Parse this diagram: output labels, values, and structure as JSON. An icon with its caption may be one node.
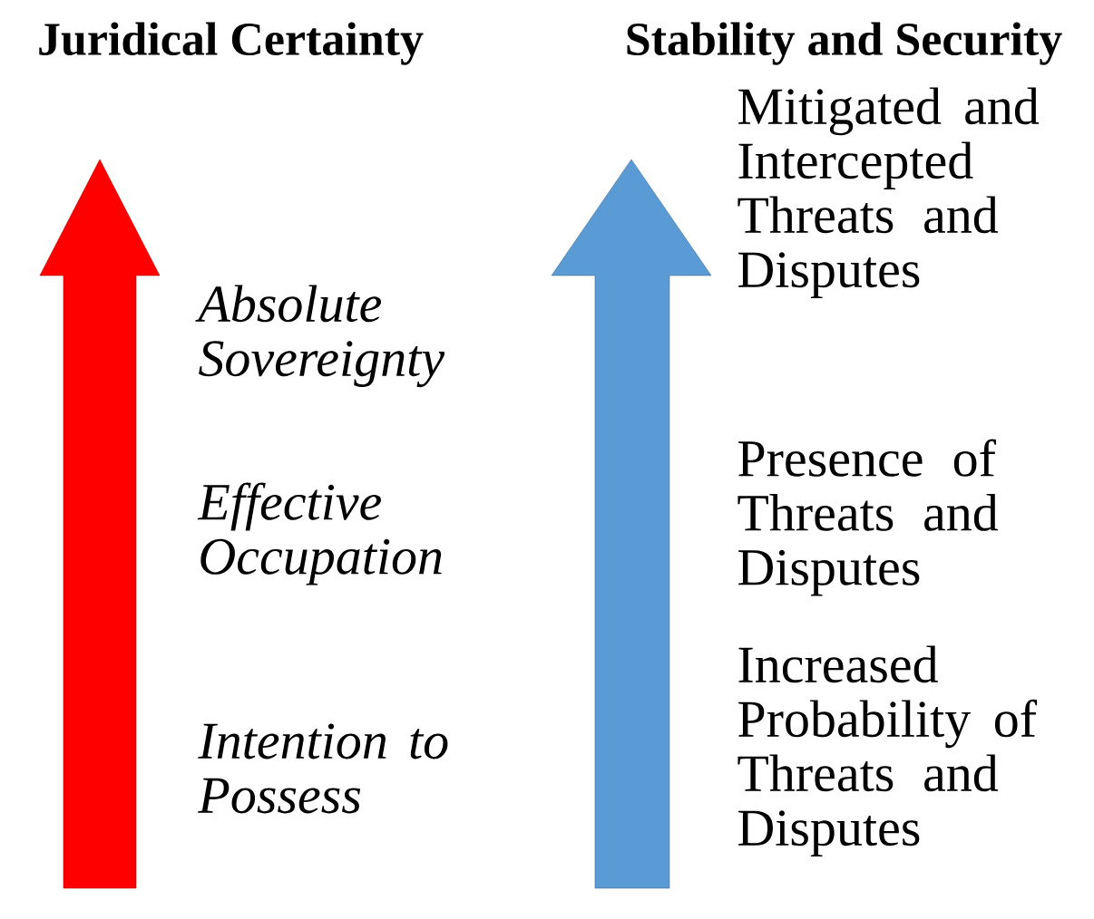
{
  "diagram": {
    "labels": [
      "Juridical Certainty",
      "Stability and Security",
      "Mitigated and Intercepted Threats and Disputes",
      "Absolute Sovereignty",
      "Presence of Threats and Disputes",
      "Effective Occupation",
      "Intention to Possess",
      "Increased Probability of Threats and Disputes"
    ]
  }
}
